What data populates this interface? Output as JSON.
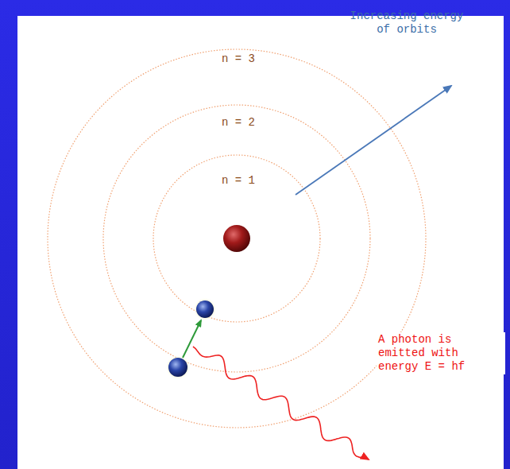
{
  "diagram": {
    "labels": [
      "n = 3",
      "n = 2",
      "n = 1",
      "Increasing energy of orbits",
      "A photon is emitted with energy E = hf"
    ]
  }
}
